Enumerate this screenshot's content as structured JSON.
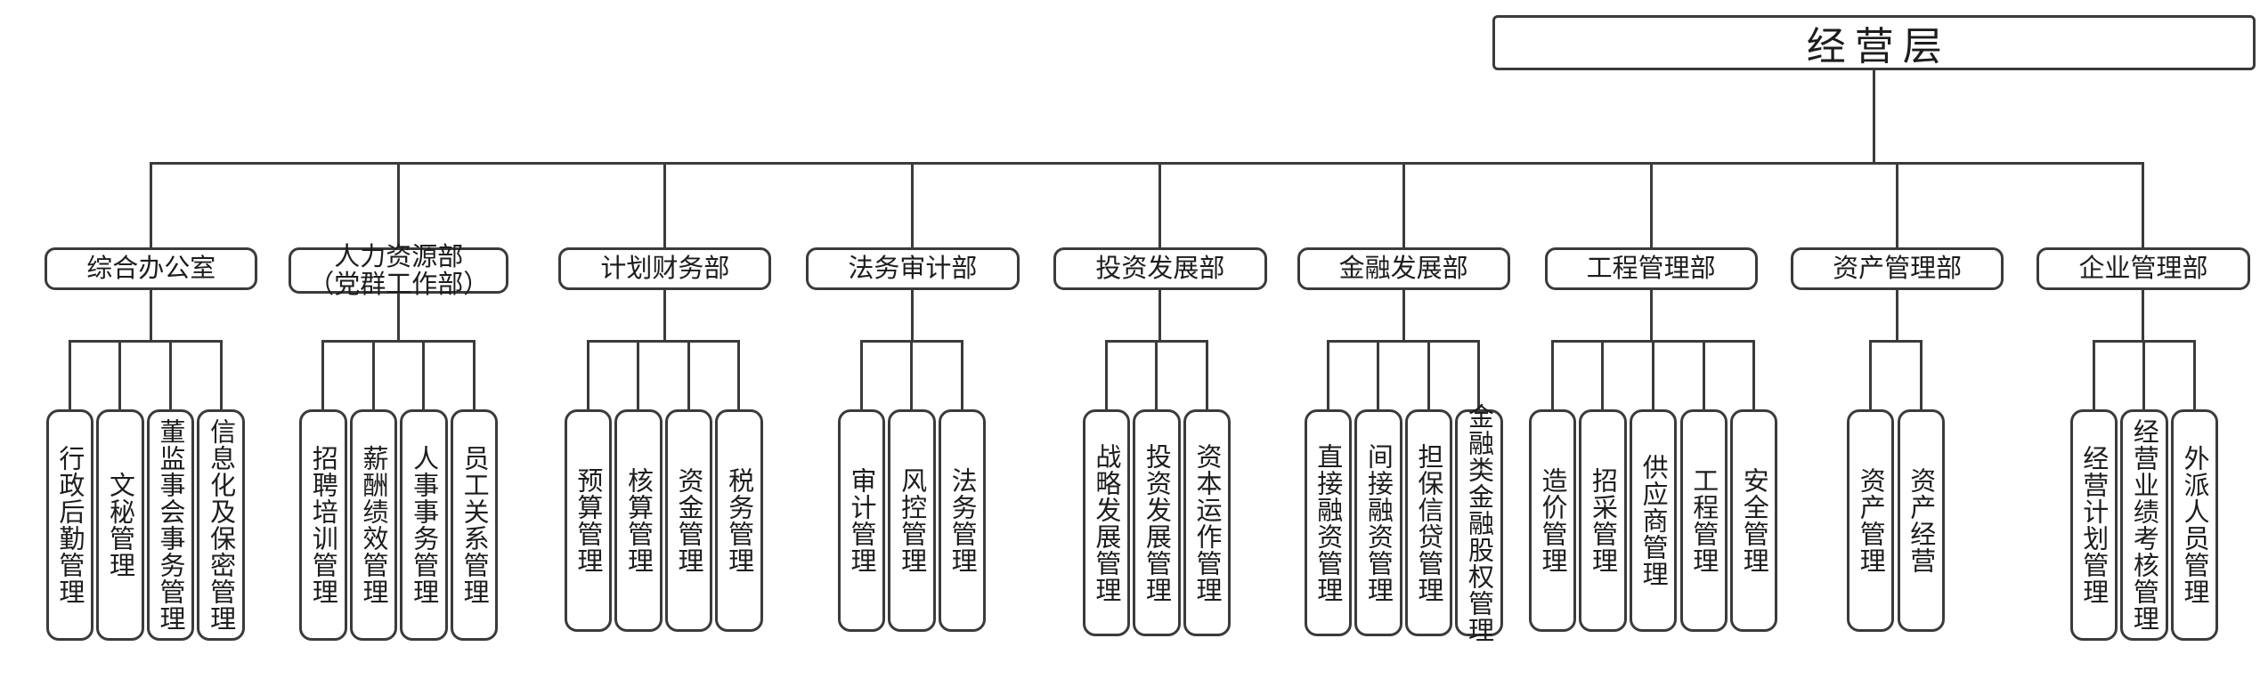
{
  "diagram": {
    "title_root": "经营层",
    "type": "org-chart",
    "orientation": "top-down",
    "style": {
      "line_color": "#3b3b3b",
      "box_fill": "#ffffff",
      "text_color": "#1d1d1d",
      "background": "#ffffff"
    }
  },
  "root": {
    "label": "经营层"
  },
  "departments": [
    {
      "id": "general-office",
      "lines": [
        "综合办公室"
      ],
      "children": [
        "行政后勤管理",
        "文秘管理",
        "董监事会事务管理",
        "信息化及保密管理"
      ]
    },
    {
      "id": "human-resources",
      "lines": [
        "人力资源部",
        "（党群工作部）"
      ],
      "children": [
        "招聘培训管理",
        "薪酬绩效管理",
        "人事事务管理",
        "员工关系管理"
      ]
    },
    {
      "id": "planning-finance",
      "lines": [
        "计划财务部"
      ],
      "children": [
        "预算管理",
        "核算管理",
        "资金管理",
        "税务管理"
      ]
    },
    {
      "id": "legal-audit",
      "lines": [
        "法务审计部"
      ],
      "children": [
        "审计管理",
        "风控管理",
        "法务管理"
      ]
    },
    {
      "id": "investment-development",
      "lines": [
        "投资发展部"
      ],
      "children": [
        "战略发展管理",
        "投资发展管理",
        "资本运作管理"
      ]
    },
    {
      "id": "financial-development",
      "lines": [
        "金融发展部"
      ],
      "children": [
        "直接融资管理",
        "间接融资管理",
        "担保信贷管理",
        "金融类金融股权管理"
      ]
    },
    {
      "id": "engineering-management",
      "lines": [
        "工程管理部"
      ],
      "children": [
        "造价管理",
        "招采管理",
        "供应商管理",
        "工程管理",
        "安全管理"
      ]
    },
    {
      "id": "asset-management",
      "lines": [
        "资产管理部"
      ],
      "children": [
        "资产管理",
        "资产经营"
      ]
    },
    {
      "id": "enterprise-management",
      "lines": [
        "企业管理部"
      ],
      "children": [
        "经营计划管理",
        "经营业绩考核管理",
        "外派人员管理"
      ]
    }
  ]
}
